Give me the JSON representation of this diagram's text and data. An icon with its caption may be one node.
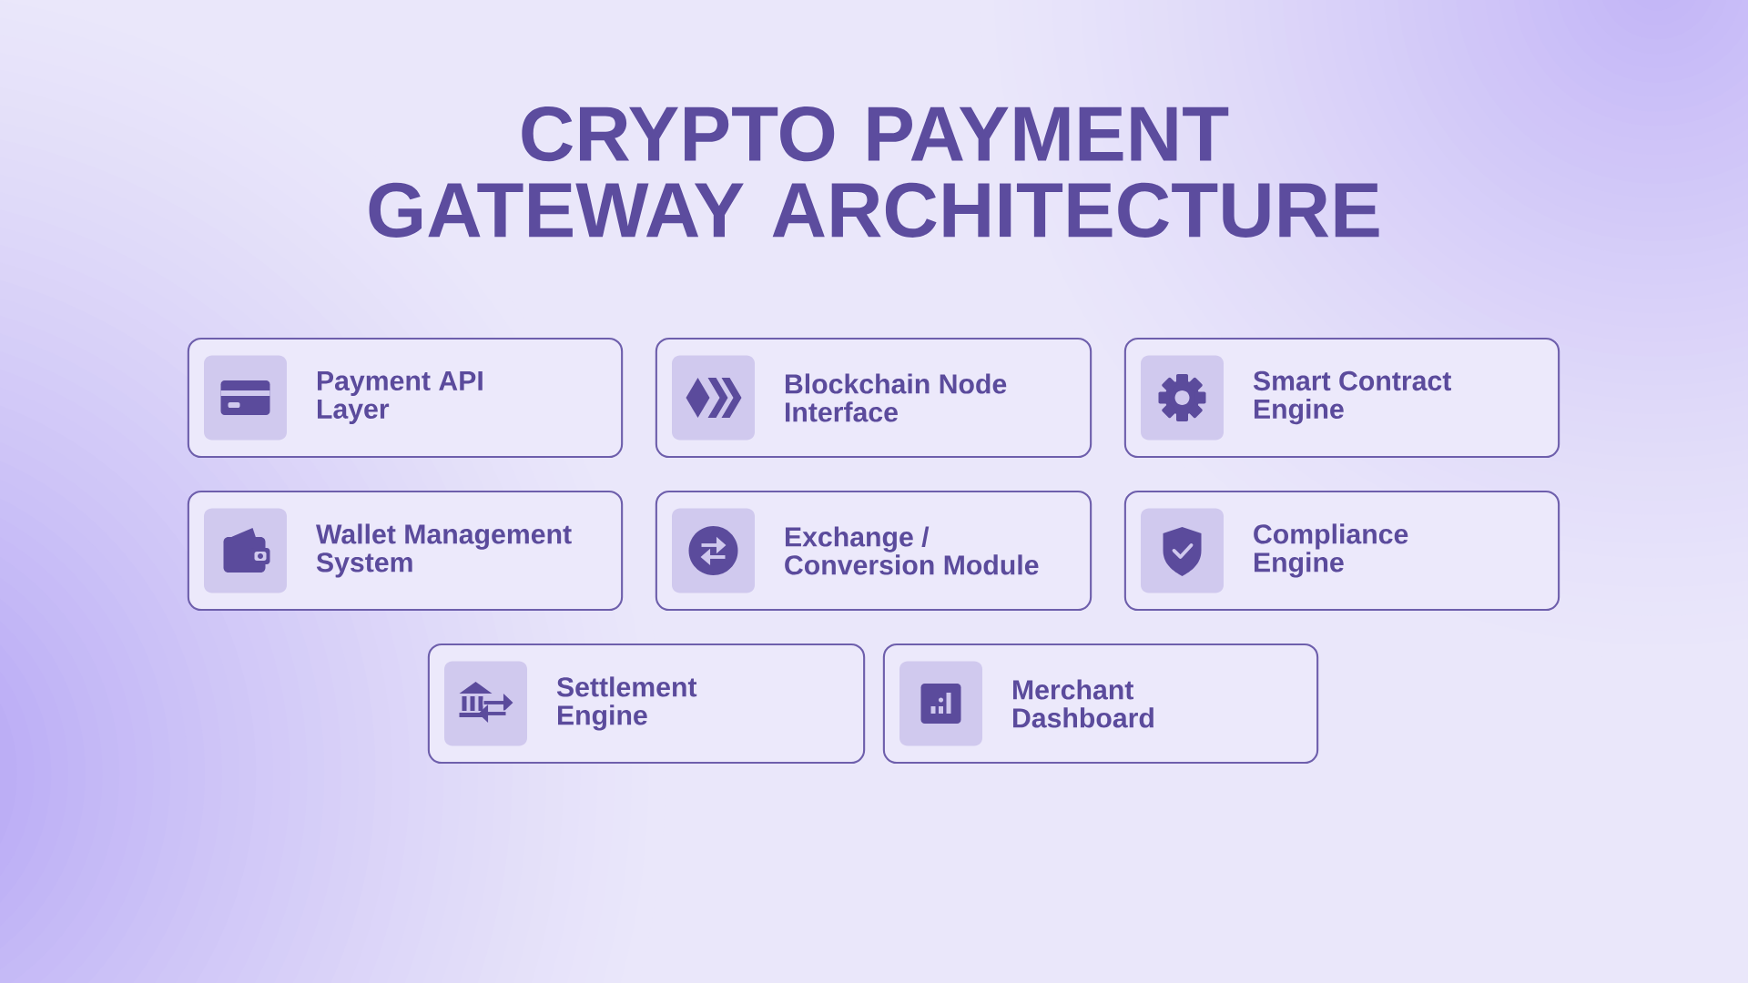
{
  "diagram": {
    "title": "CRYPTO PAYMENT GATEWAY ARCHITECTURE",
    "nodes": [
      {
        "text": [
          "Payment API Layer"
        ]
      },
      {
        "text": [
          "Blockchain Node Interface"
        ]
      },
      {
        "text": [
          "Smart Contract Engine"
        ]
      },
      {
        "text": [
          "Wallet Management System"
        ]
      },
      {
        "text": [
          "Exchange / Conversion Module"
        ]
      },
      {
        "text": [
          "Compliance Engine"
        ]
      },
      {
        "text": [
          "Settlement Engine"
        ]
      },
      {
        "text": [
          "Merchant Dashboard"
        ]
      }
    ]
  }
}
